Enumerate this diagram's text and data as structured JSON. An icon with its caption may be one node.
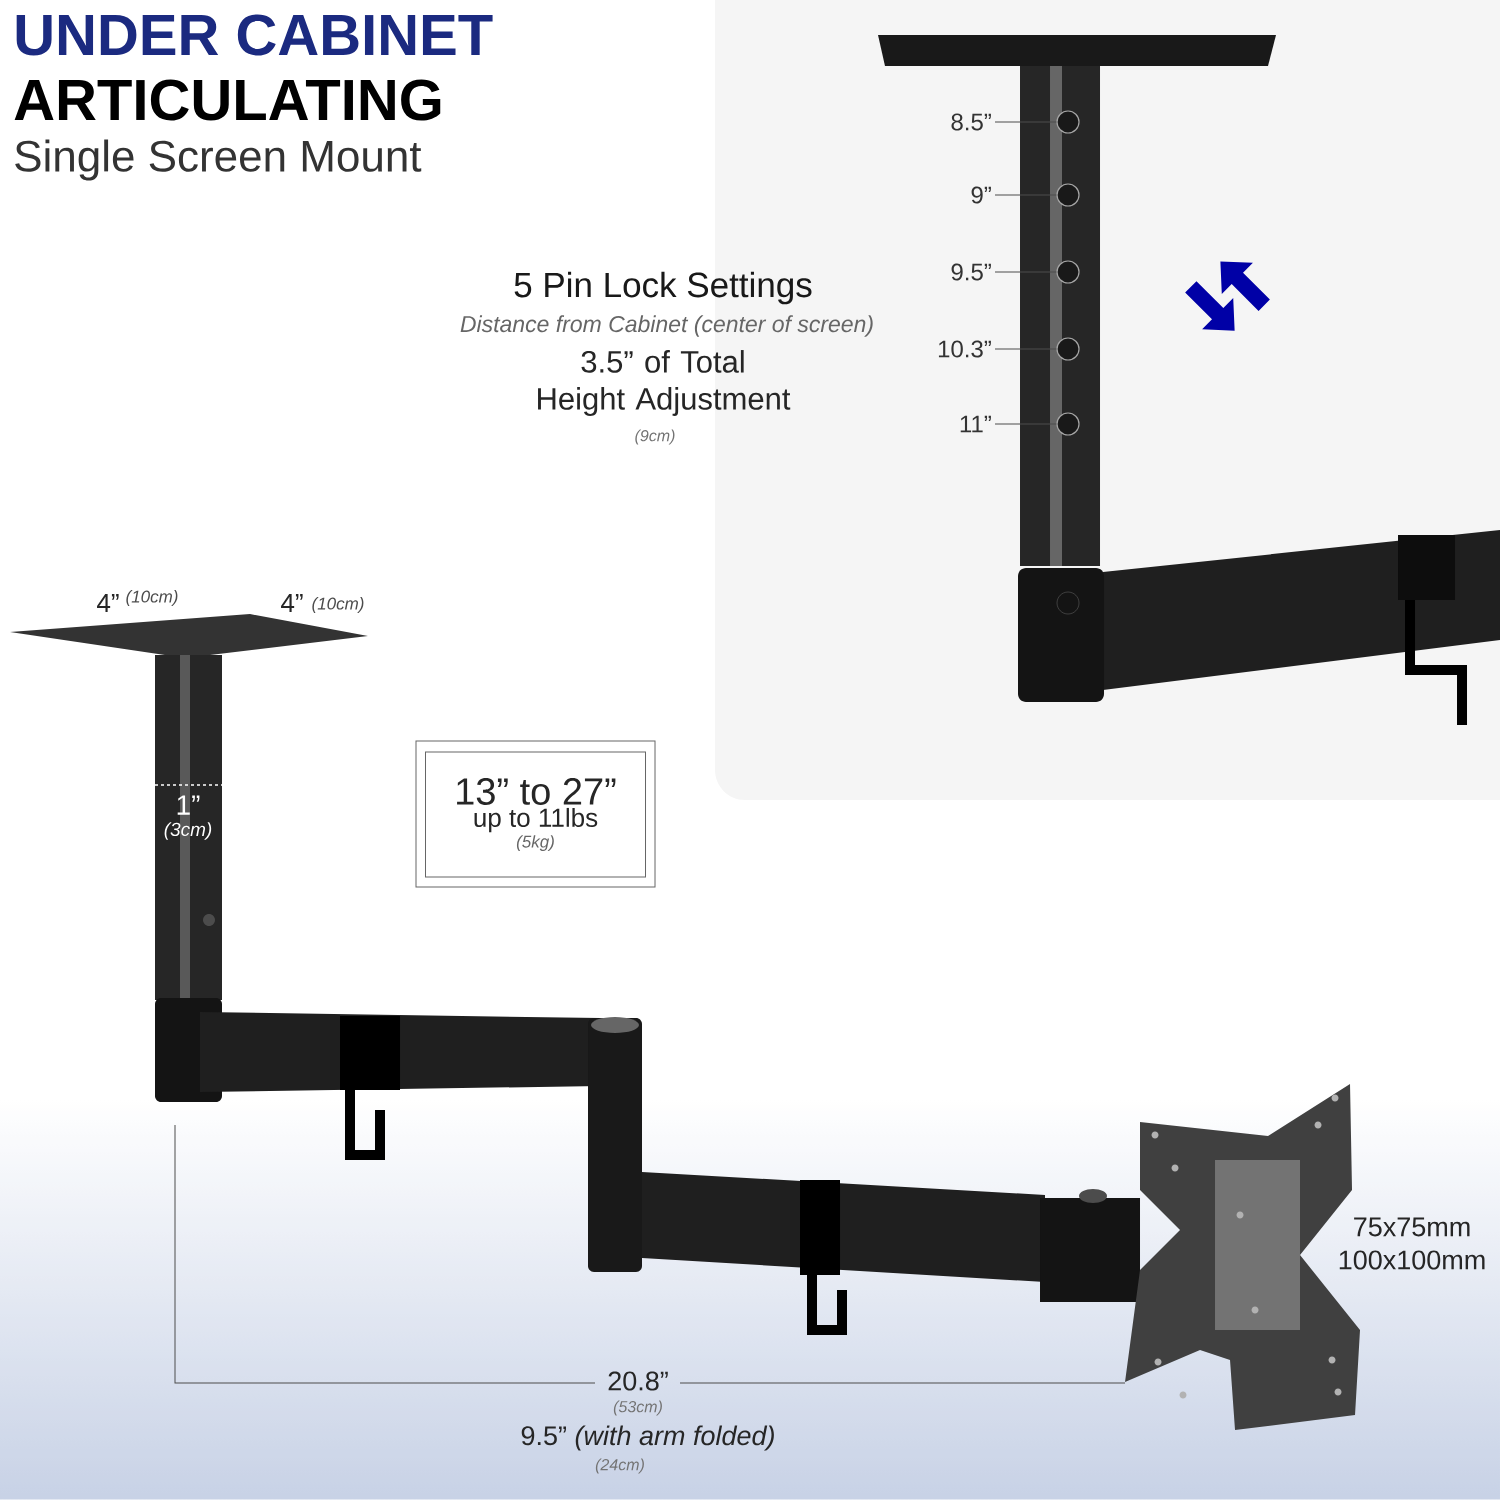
{
  "diagram": {
    "nodes": [
      {
        "text": [
          "13” to 27”",
          "up to 11lbs",
          "(5kg)"
        ]
      },
      {
        "text": [
          "8.5”"
        ]
      },
      {
        "text": [
          "9”"
        ]
      },
      {
        "text": [
          "9.5”"
        ]
      },
      {
        "text": [
          "10.3”"
        ]
      },
      {
        "text": [
          "11”"
        ]
      },
      {
        "text": [],
        "shape": "circle"
      },
      {
        "text": [],
        "shape": "circle"
      },
      {
        "text": [],
        "shape": "circle"
      },
      {
        "text": [],
        "shape": "circle"
      },
      {
        "text": [],
        "shape": "circle"
      }
    ],
    "edges": [
      {
        "from": 1,
        "to": 6,
        "arrow": "none"
      },
      {
        "from": 2,
        "to": 7,
        "arrow": "none"
      },
      {
        "from": 3,
        "to": 8,
        "arrow": "none"
      },
      {
        "from": 4,
        "to": 9,
        "arrow": "none"
      },
      {
        "from": 5,
        "to": 10,
        "arrow": "none"
      }
    ],
    "labels": [
      "UNDER CABINET",
      "ARTICULATING",
      "Single Screen Mount",
      "5 Pin Lock Settings",
      "Distance from Cabinet (center of screen)",
      "3.5” of Total Height Adjustment",
      "(9cm)",
      "4”",
      "(10cm)",
      "4”",
      "(10cm)",
      "1”",
      "(3cm)",
      "75x75mm",
      "100x100mm",
      "20.8”",
      "(53cm)",
      "9.5” *(with arm folded)*",
      "(24cm)"
    ]
  }
}
